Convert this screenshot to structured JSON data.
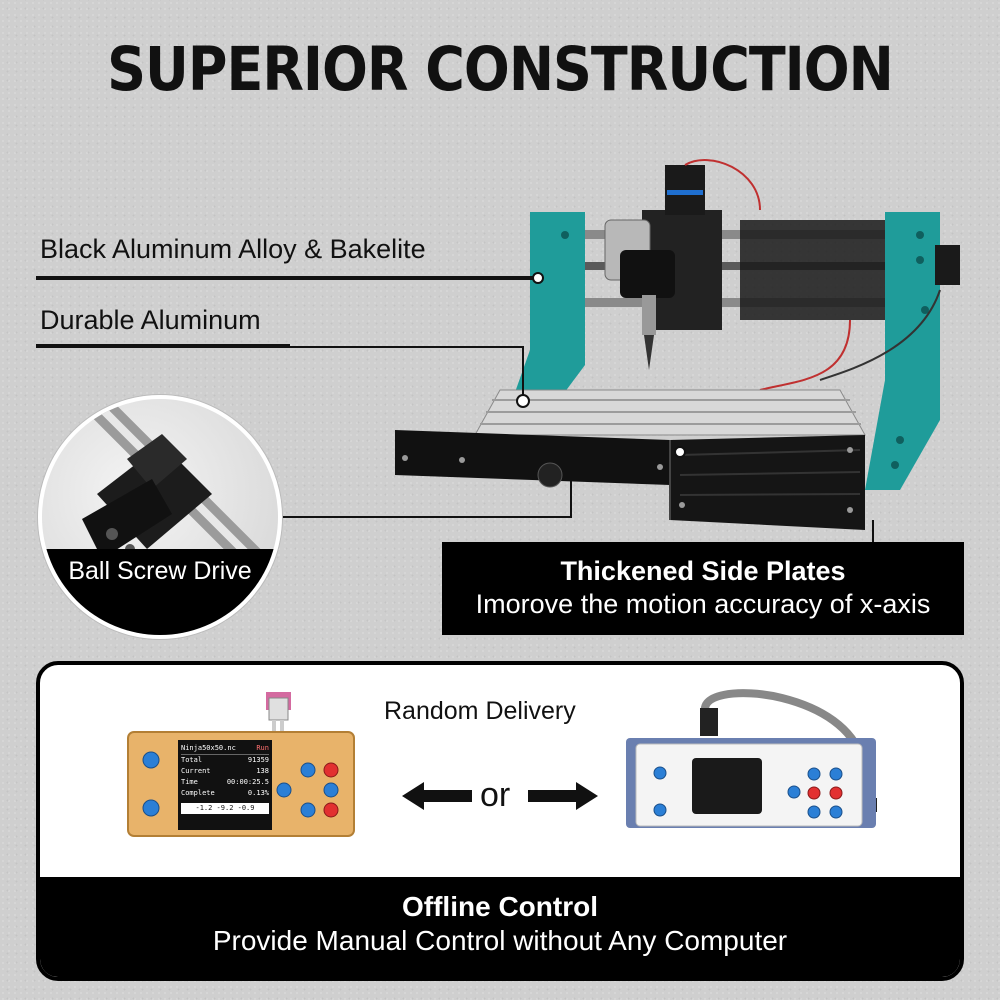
{
  "title": "SUPERIOR CONSTRUCTION",
  "callouts": {
    "aluminum_alloy": "Black Aluminum Alloy & Bakelite",
    "durable_aluminum": "Durable Aluminum",
    "ball_screw": "Ball Screw Drive"
  },
  "side_plates": {
    "title": "Thickened Side Plates",
    "subtitle": "Imorove the motion accuracy of x-axis"
  },
  "offline": {
    "random_delivery": "Random Delivery",
    "or": "or",
    "title": "Offline Control",
    "subtitle": "Provide Manual Control without Any Computer"
  },
  "controller_screen": {
    "filename": "Ninja50x50.nc",
    "status": "Run",
    "rows": [
      {
        "label": "Total",
        "value": "91359"
      },
      {
        "label": "Current",
        "value": "138"
      },
      {
        "label": "Time",
        "value": "00:00:25.5"
      },
      {
        "label": "Complete",
        "value": "0.13%"
      }
    ],
    "coords": "-1.2  -9.2  -0.9"
  },
  "colors": {
    "frame_teal": "#1f9c9a",
    "button_blue": "#2b7fd6",
    "button_red": "#e23030",
    "panel_border": "#000000"
  }
}
